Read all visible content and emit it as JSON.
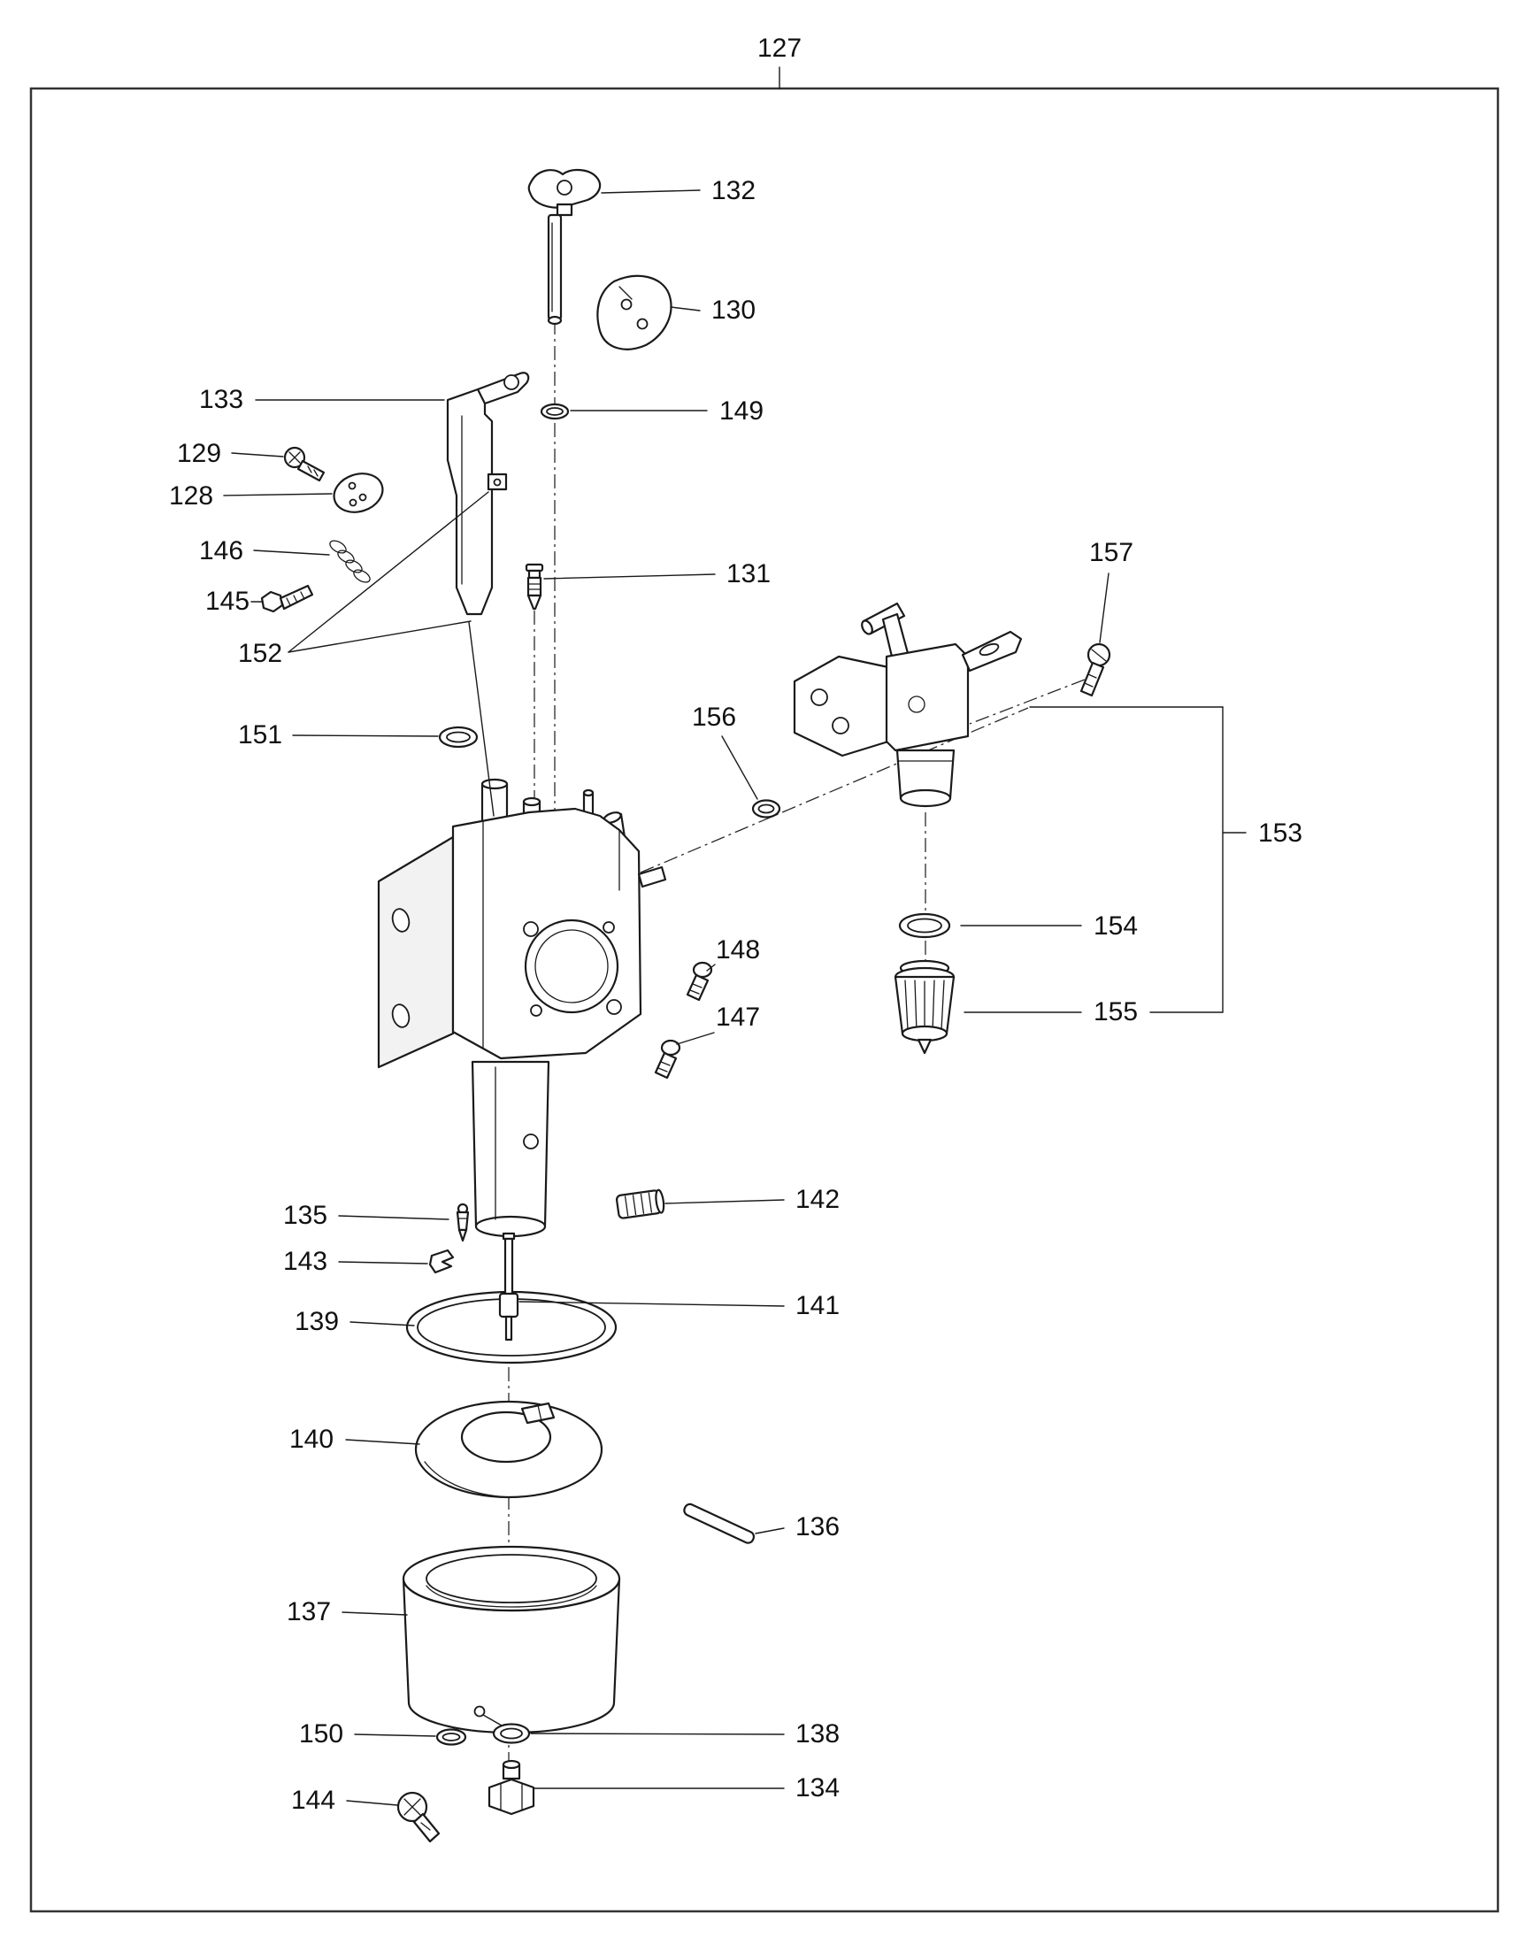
{
  "colors": {
    "line": "#1a1a1a",
    "background": "#ffffff"
  },
  "assembly": {
    "ref": "127"
  },
  "labels": {
    "l127": "127",
    "l128": "128",
    "l129": "129",
    "l130": "130",
    "l131": "131",
    "l132": "132",
    "l133": "133",
    "l134": "134",
    "l135": "135",
    "l136": "136",
    "l137": "137",
    "l138": "138",
    "l139": "139",
    "l140": "140",
    "l141": "141",
    "l142": "142",
    "l143": "143",
    "l144": "144",
    "l145": "145",
    "l146": "146",
    "l147": "147",
    "l148": "148",
    "l149": "149",
    "l150": "150",
    "l151": "151",
    "l152": "152",
    "l153": "153",
    "l154": "154",
    "l155": "155",
    "l156": "156",
    "l157": "157"
  },
  "part_numbers": [
    "127",
    "128",
    "129",
    "130",
    "131",
    "132",
    "133",
    "134",
    "135",
    "136",
    "137",
    "138",
    "139",
    "140",
    "141",
    "142",
    "143",
    "144",
    "145",
    "146",
    "147",
    "148",
    "149",
    "150",
    "151",
    "152",
    "153",
    "154",
    "155",
    "156",
    "157"
  ]
}
